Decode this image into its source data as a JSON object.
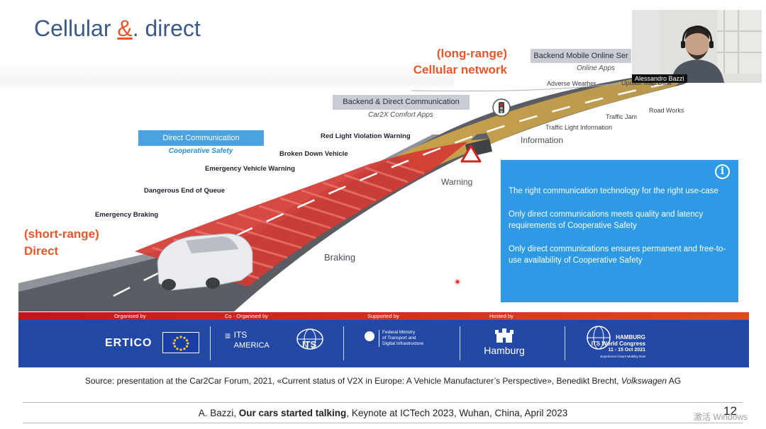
{
  "slide": {
    "title_part1": "Cellular ",
    "title_amp": "&",
    "title_part2": ". direct",
    "long_range_line1": "(long-range)",
    "long_range_line2": "Cellular network",
    "short_range_line1": "(short-range)",
    "short_range_line2": "Direct",
    "backend_mobile_box": "Backend Mobile Online Ser",
    "online_apps": "Online Apps",
    "backend_direct_box": "Backend & Direct Communication",
    "car2x_apps": "Car2X Comfort Apps",
    "direct_comm_box": "Direct Communication",
    "coop_safety": "Cooperative Safety",
    "use_cases": {
      "red_light": "Red Light Violation Warning",
      "broken_down": "Broken Down Vehicle",
      "emergency_vehicle": "Emergency Vehicle Warning",
      "dangerous_end": "Dangerous End of Queue",
      "emergency_braking": "Emergency Braking"
    },
    "info_apps": {
      "adverse_weather": "Adverse Weather",
      "update_map": "Update Map Data",
      "traffic_jam": "Traffic Jam",
      "road_works": "Road Works",
      "traffic_light_info": "Traffic Light Information"
    },
    "zones": {
      "information": "Information",
      "warning": "Warning",
      "braking": "Braking"
    },
    "info_box": {
      "p1": "The right communication technology for the right use-case",
      "p2": "Only direct communications meets quality and latency requirements of Cooperative Safety",
      "p3": "Only direct communications ensures permanent and free-to-use availability of Cooperative Safety"
    },
    "banner": {
      "organised_by": "Organised by",
      "co_organised_by": "Co - Organised by",
      "supported_by": "Supported by",
      "hosted_by": "Hosted by",
      "ertico": "ERTICO",
      "its_america_line1": "ITS",
      "its_america_line2": "AMERICA",
      "its_japan": "ITS",
      "ministry_line1": "Federal Ministry",
      "ministry_line2": "of Transport and",
      "ministry_line3": "Digital Infrastructure",
      "hamburg": "Hamburg",
      "congress_line1": "HAMBURG",
      "congress_line2": "ITS World Congress",
      "congress_line3": "11 - 15 Oct 2021",
      "congress_line4": "Experience Future Mobility Now"
    },
    "source_prefix": "Source: presentation at the Car2Car Forum, 2021,  «Current status of V2X in Europe: A Vehicle Manufacturer’s Perspective»,  Benedikt Brecht, ",
    "source_italic": "Volkswagen",
    "source_suffix": " AG",
    "footer_prefix": "A. Bazzi, ",
    "footer_bold": "Our cars started talking",
    "footer_suffix": ", Keynote at ICTech 2023, Wuhan, China, April 2023",
    "page_number": "12",
    "watermark": "激活 Windows"
  },
  "video": {
    "participant_name": "Alessandro Bazzi"
  },
  "colors": {
    "title": "#3c5a86",
    "accent": "#e8562a",
    "info_box": "#2e9ae6",
    "banner_blue": "#2348a6",
    "banner_red": "#c6141b"
  }
}
